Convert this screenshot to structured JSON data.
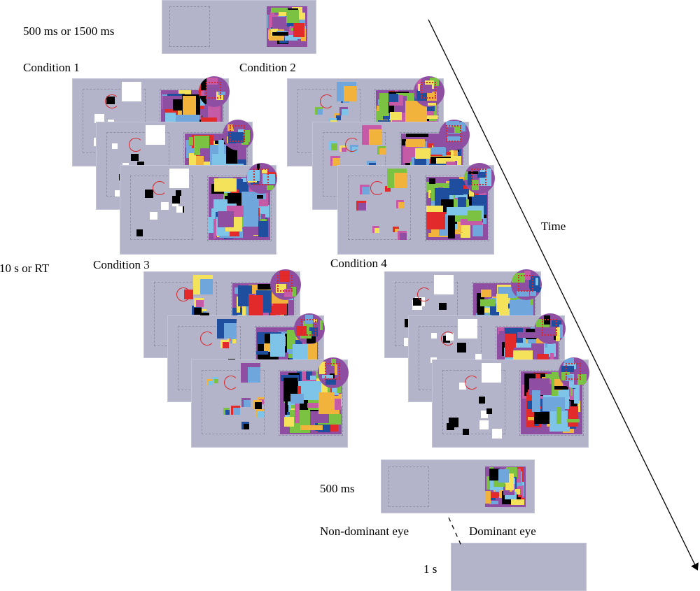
{
  "timing": {
    "fixation": "500 ms or 1500 ms",
    "trial": "10 s or RT",
    "mask": "500 ms",
    "blank": "1 s"
  },
  "conditions": [
    "Condition 1",
    "Condition 2",
    "Condition 3",
    "Condition 4"
  ],
  "eyes": {
    "left": "Non-dominant eye",
    "right": "Dominant eye"
  },
  "axis": {
    "label": "Time"
  },
  "palette": [
    "#f2b33d",
    "#7ec4e8",
    "#8e4fa3",
    "#e22a2a",
    "#1f4e9e",
    "#7cc242",
    "#f4e25a",
    "#c55ba6",
    "#000000",
    "#6fa7dc"
  ],
  "colors": {
    "background": "#b3b4c9",
    "cue": "#d8262a"
  }
}
